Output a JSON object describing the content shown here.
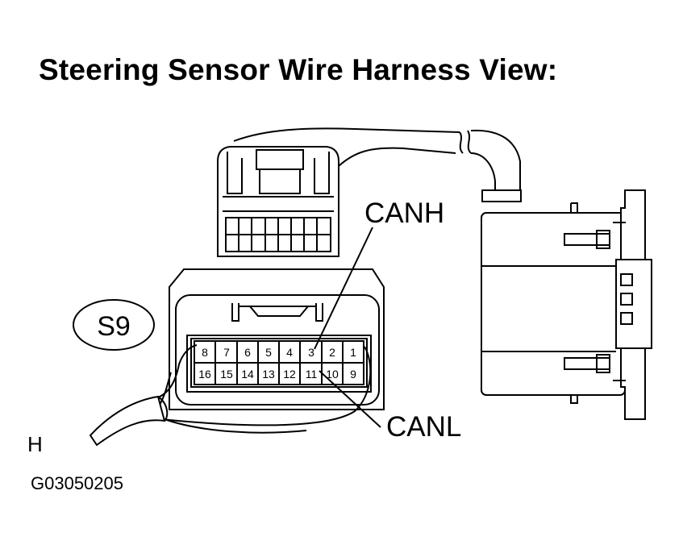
{
  "title": "Steering Sensor Wire Harness View:",
  "figure_id": "G03050205",
  "connector": {
    "code": "S9",
    "pins_top_row": [
      "8",
      "7",
      "6",
      "5",
      "4",
      "3",
      "2",
      "1"
    ],
    "pins_bottom_row": [
      "16",
      "15",
      "14",
      "13",
      "12",
      "11",
      "10",
      "9"
    ]
  },
  "callouts": {
    "canh": "CANH",
    "canl": "CANL",
    "harness_side": "H"
  }
}
